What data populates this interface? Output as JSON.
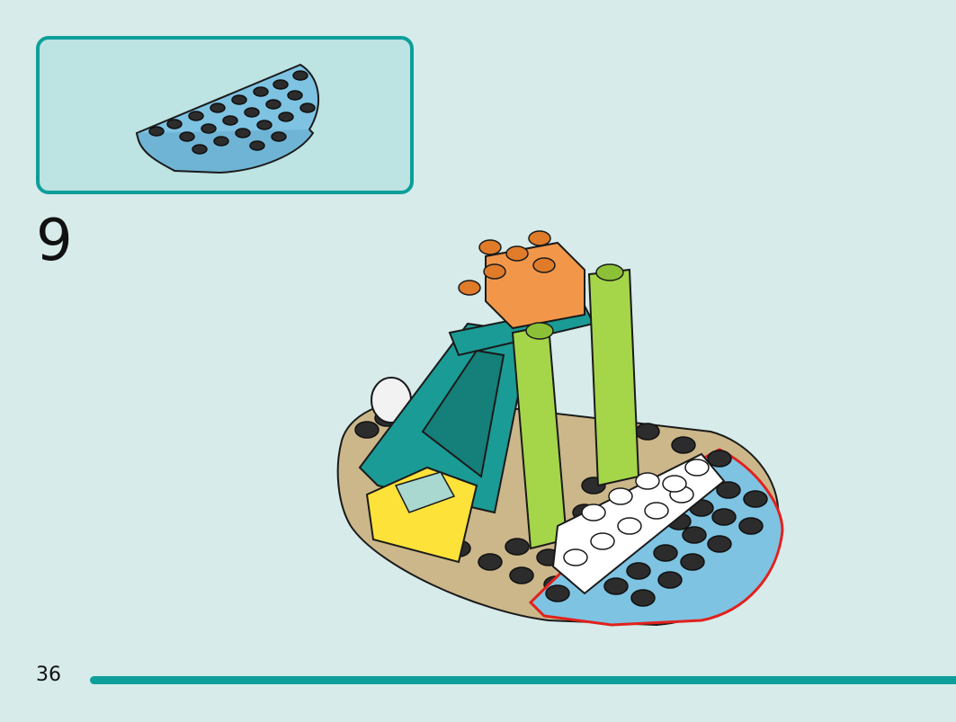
{
  "step": {
    "number": "9"
  },
  "parts_callout": {
    "items": [
      {
        "name": "half-round-plate",
        "color": "#7ec3e2",
        "quantity": 1
      }
    ]
  },
  "page": {
    "number": "36"
  },
  "colors": {
    "accent": "#0d9f9a",
    "background": "#d6ebea",
    "tan": "#cbb78a",
    "teal": "#1b9b95",
    "lime": "#a5d64a",
    "orange": "#f2974a",
    "yellow": "#fde23a",
    "blue": "#7ec3e2",
    "white": "#ffffff",
    "highlight": "#e2211c"
  }
}
